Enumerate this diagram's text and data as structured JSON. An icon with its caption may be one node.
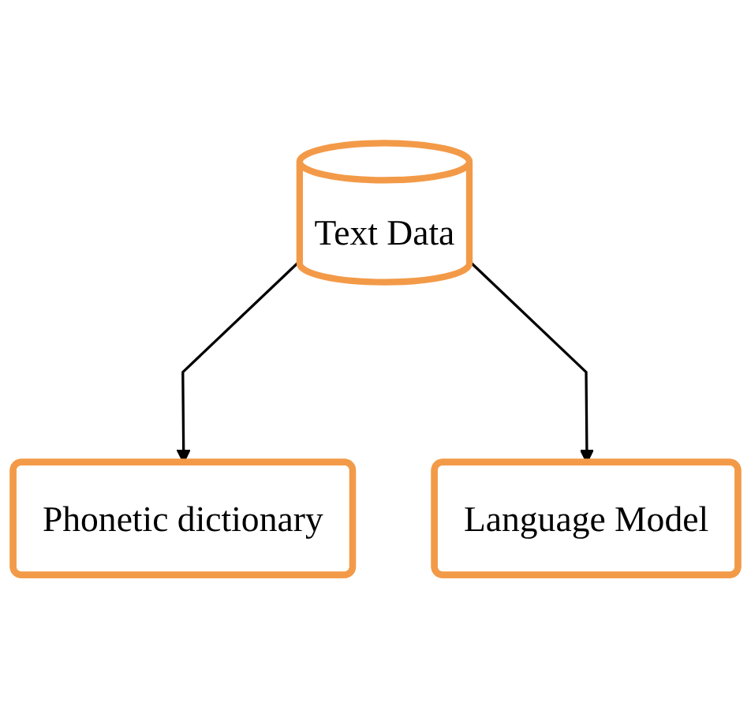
{
  "diagram": {
    "nodes": [
      {
        "text": [
          "Text Data"
        ]
      },
      {
        "text": [
          "Phonetic dictionary"
        ]
      },
      {
        "text": [
          "Language Model"
        ]
      }
    ],
    "edges": [
      {
        "from": 0,
        "to": 1,
        "arrow": "to"
      },
      {
        "from": 0,
        "to": 2,
        "arrow": "to"
      }
    ]
  }
}
